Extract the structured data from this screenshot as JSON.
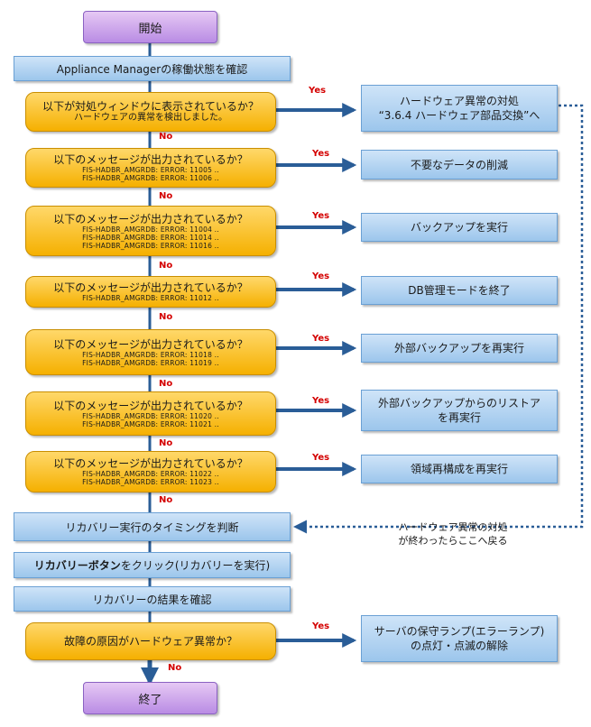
{
  "start": "開始",
  "check_status": "Appliance Managerの稼働状態を確認",
  "dec1": {
    "q": "以下が対処ウィンドウに表示されているか？",
    "sub": "ハードウェアの異常を検出しました。"
  },
  "dec2": {
    "q": "以下のメッセージが出力されているか？",
    "msgs": [
      "FIS-HADBR_AMGRDB: ERROR: 11005 ‥",
      "FIS-HADBR_AMGRDB: ERROR: 11006 ‥"
    ]
  },
  "dec3": {
    "q": "以下のメッセージが出力されているか？",
    "msgs": [
      "FIS-HADBR_AMGRDB: ERROR: 11004 ‥",
      "FIS-HADBR_AMGRDB: ERROR: 11014 ‥",
      "FIS-HADBR_AMGRDB: ERROR: 11016 ‥"
    ]
  },
  "dec4": {
    "q": "以下のメッセージが出力されているか？",
    "msgs": [
      "FIS-HADBR_AMGRDB: ERROR: 11012 ‥"
    ]
  },
  "dec5": {
    "q": "以下のメッセージが出力されているか？",
    "msgs": [
      "FIS-HADBR_AMGRDB: ERROR: 11018 ‥",
      "FIS-HADBR_AMGRDB: ERROR: 11019 ‥"
    ]
  },
  "dec6": {
    "q": "以下のメッセージが出力されているか？",
    "msgs": [
      "FIS-HADBR_AMGRDB: ERROR: 11020 ‥",
      "FIS-HADBR_AMGRDB: ERROR: 11021 ‥"
    ]
  },
  "dec7": {
    "q": "以下のメッセージが出力されているか？",
    "msgs": [
      "FIS-HADBR_AMGRDB: ERROR: 11022 ‥",
      "FIS-HADBR_AMGRDB: ERROR: 11023 ‥"
    ]
  },
  "act1": [
    "ハードウェア異常の対処",
    "“3.6.4 ハードウェア部品交換”へ"
  ],
  "act2": [
    "不要なデータの削減"
  ],
  "act3": [
    "バックアップを実行"
  ],
  "act4": [
    "DB管理モードを終了"
  ],
  "act5": [
    "外部バックアップを再実行"
  ],
  "act6": [
    "外部バックアップからのリストア",
    "を再実行"
  ],
  "act7": [
    "領域再構成を再実行"
  ],
  "timing": "リカバリー実行のタイミングを判断",
  "click": {
    "bold": "リカバリーボタン",
    "rest": "をクリック(リカバリーを実行)"
  },
  "result": "リカバリーの結果を確認",
  "dec8": {
    "q": "故障の原因がハードウェア異常か？"
  },
  "act8": [
    "サーバの保守ランプ(エラーランプ)",
    "の点灯・点滅の解除"
  ],
  "return_note": [
    "ハードウェア異常の対処",
    "が終わったらここへ戻る"
  ],
  "yes": "Yes",
  "no": "No",
  "end": "終了",
  "colors": {
    "connector": "#2a5d97",
    "yes_no_label": "#d40000",
    "decision": "#f5b000",
    "process": "#9cc6ec",
    "terminal": "#b98ce4"
  }
}
